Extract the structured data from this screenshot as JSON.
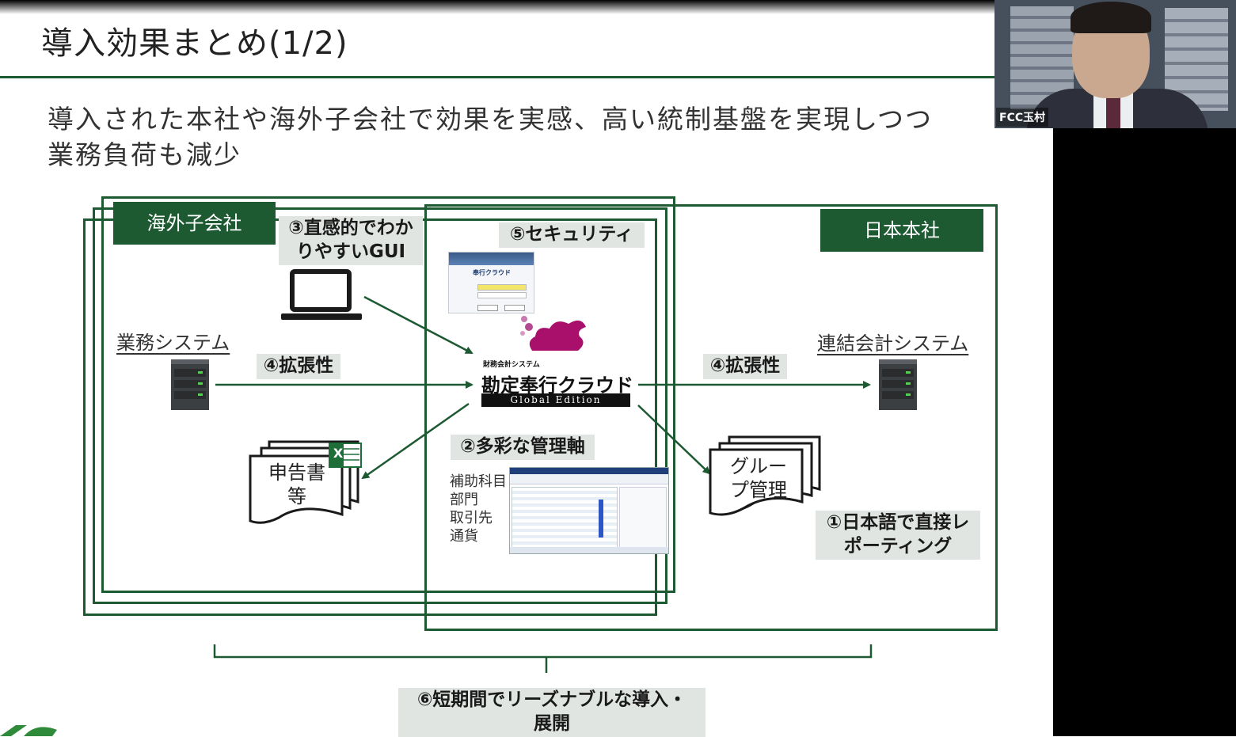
{
  "slide": {
    "title": "導入効果まとめ(1/2)",
    "subtitle": "導入された本社や海外子会社で効果を実感、高い統制基盤を実現しつつ\n業務負荷も減少"
  },
  "video": {
    "participant_name": "FCC玉村"
  },
  "diagram": {
    "overseas_label": "海外子会社",
    "japan_label": "日本本社",
    "business_system": "業務システム",
    "consolidated_system": "連結会計システム",
    "feature_gui": "③直感的でわか\nりやすいGUI",
    "feature_security": "⑤セキュリティ",
    "feature_scalability_left": "④拡張性",
    "feature_scalability_right": "④拡張性",
    "feature_axes": "②多彩な管理軸",
    "feature_reporting": "①日本語で直接レ\nポーティング",
    "feature_rollout": "⑥短期間でリーズナブルな導入・\n展開",
    "tax_doc": "申告書\n等",
    "group_doc": "グルー\nプ管理",
    "axes_list": "補助科目\n部門\n取引先\n通貨",
    "excel_mark": "X",
    "product": {
      "sub": "財務会計システム",
      "name": "勘定奉行クラウド",
      "edition": "Global Edition"
    },
    "login_logo": "奉行クラウド"
  },
  "colors": {
    "accent": "#1d5a32",
    "highlight_bg": "#e1e5e2",
    "logo_magenta": "#a8106c"
  }
}
